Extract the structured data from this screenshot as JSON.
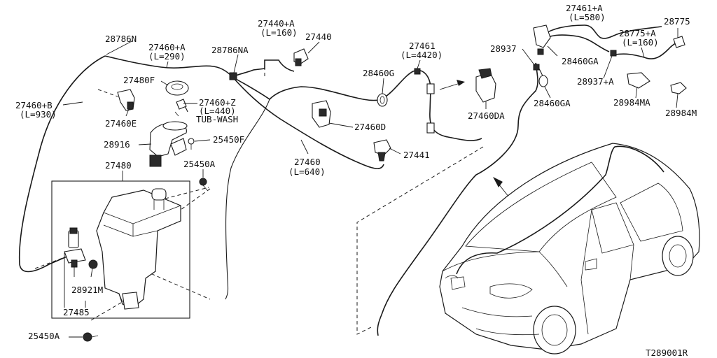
{
  "diagram_id": "T289001R",
  "labels": {
    "p28786N": "28786N",
    "p27460A": "27460+A",
    "p27460A_len": "(L=290)",
    "p28786NA": "28786NA",
    "p27440A": "27440+A",
    "p27440A_len": "(L=160)",
    "p27440": "27440",
    "p27461": "27461",
    "p27461_len": "(L=4420)",
    "p27461A": "27461+A",
    "p27461A_len": "(L=580)",
    "p28775": "28775",
    "p28775A": "28775+A",
    "p28775A_len": "(L=160)",
    "p28937": "28937",
    "p28460GA_top": "28460GA",
    "p28937A": "28937+A",
    "p28984MA": "28984MA",
    "p28984M": "28984M",
    "p28460G": "28460G",
    "p27460DA": "27460DA",
    "p28460GA_mid": "28460GA",
    "p27480F": "27480F",
    "p27460Z": "27460+Z",
    "p27460Z_len": "(L=440)",
    "tubwash": "TUB-WASH",
    "p27460B": "27460+B",
    "p27460B_len": "(L=930)",
    "p27460E": "27460E",
    "p28916": "28916",
    "p25450F": "25450F",
    "p27460D": "27460D",
    "p27441": "27441",
    "p27460": "27460",
    "p27460_len": "(L=640)",
    "p27480": "27480",
    "p25450A_top": "25450A",
    "p28921M": "28921M",
    "p27485": "27485",
    "p25450A_bottom": "25450A"
  }
}
